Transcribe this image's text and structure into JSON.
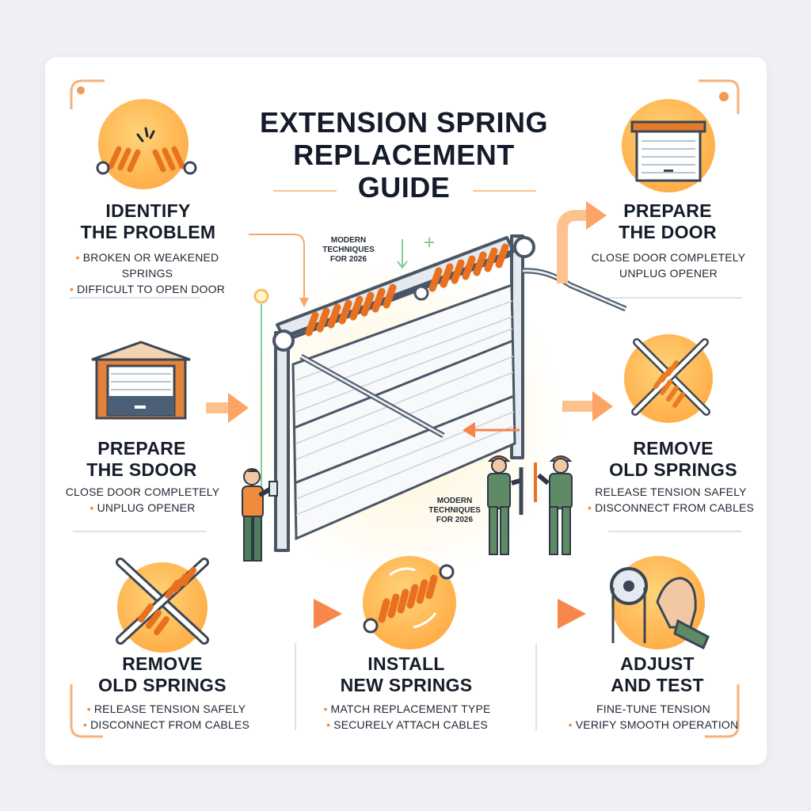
{
  "title": {
    "line1": "EXTENSION SPRING",
    "line2": "REPLACEMENT",
    "line3": "GUIDE"
  },
  "annotations": {
    "top_note": [
      "MODERN",
      "TECHNIQUES",
      "FOR 2026"
    ],
    "mid_note": [
      "MODERN",
      "TECHNIQUES",
      "FOR 2026"
    ]
  },
  "steps": {
    "identify": {
      "title": [
        "IDENTIFY",
        "THE PROBLEM"
      ],
      "bullets": [
        "BROKEN OR WEAKENED SPRINGS",
        "DIFFICULT TO OPEN DOOR"
      ]
    },
    "prepare_top": {
      "title": [
        "PREPARE",
        "THE DOOR"
      ],
      "bullets": [
        "CLOSE DOOR COMPLETELY",
        "UNPLUG OPENER"
      ]
    },
    "prepare_left": {
      "title": [
        "PREPARE",
        "THE SDOOR"
      ],
      "bullets": [
        "CLOSE DOOR COMPLETELY",
        "UNPLUG OPENER"
      ]
    },
    "remove_right": {
      "title": [
        "REMOVE",
        "OLD SPRINGS"
      ],
      "bullets": [
        "RELEASE TENSION SAFELY",
        "DISCONNECT FROM CABLES"
      ]
    },
    "remove_bottom": {
      "title": [
        "REMOVE",
        "OLD SPRINGS"
      ],
      "bullets": [
        "RELEASE TENSION SAFELY",
        "DISCONNECT FROM CABLES"
      ]
    },
    "install": {
      "title": [
        "INSTALL",
        "NEW SPRINGS"
      ],
      "bullets": [
        "MATCH REPLACEMENT TYPE",
        "SECURELY ATTACH CABLES"
      ]
    },
    "adjust": {
      "title": [
        "ADJUST",
        "AND TEST"
      ],
      "bullets": [
        "FINE-TUNE TENSION",
        "VERIFY SMOOTH OPERATION"
      ]
    }
  },
  "colors": {
    "accent": "#f08a3c",
    "spring": "#f07a2a",
    "circle": "#ffb04a",
    "text": "#151c2a"
  },
  "icons": [
    "broken-spring-icon",
    "garage-icon",
    "wrench-spring-icon",
    "spring-icon",
    "pulley-hand-icon",
    "garage-door-illustration",
    "worker-figure-icon"
  ]
}
